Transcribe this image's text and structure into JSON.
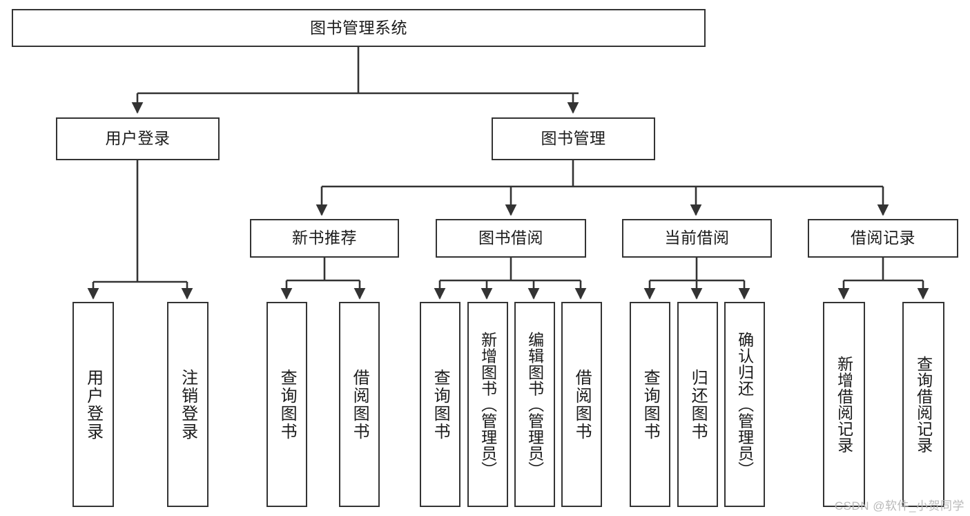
{
  "diagram": {
    "title": "图书管理系统",
    "type": "tree-hierarchy-chart",
    "colors": {
      "stroke": "#333333",
      "fill": "#ffffff",
      "text": "#1b1b1b",
      "watermark": "#b9b9b9"
    },
    "root": {
      "label": "图书管理系统"
    },
    "level2": [
      {
        "label": "用户登录"
      },
      {
        "label": "图书管理"
      }
    ],
    "level3": [
      {
        "label": "新书推荐"
      },
      {
        "label": "图书借阅"
      },
      {
        "label": "当前借阅"
      },
      {
        "label": "借阅记录"
      }
    ],
    "leaves": {
      "user_login": [
        {
          "label": "用户登录"
        },
        {
          "label": "注销登录"
        }
      ],
      "new_book_recommend": [
        {
          "label": "查询图书"
        },
        {
          "label": "借阅图书"
        }
      ],
      "book_borrow": [
        {
          "label": "查询图书"
        },
        {
          "label": "新增图书（管理员）"
        },
        {
          "label": "编辑图书（管理员）"
        },
        {
          "label": "借阅图书"
        }
      ],
      "current_borrow": [
        {
          "label": "查询图书"
        },
        {
          "label": "归还图书"
        },
        {
          "label": "确认归还（管理员）"
        }
      ],
      "borrow_record": [
        {
          "label": "新增借阅记录"
        },
        {
          "label": "查询借阅记录"
        }
      ]
    }
  },
  "watermark": {
    "text": "CSDN @软件_小贺同学"
  }
}
